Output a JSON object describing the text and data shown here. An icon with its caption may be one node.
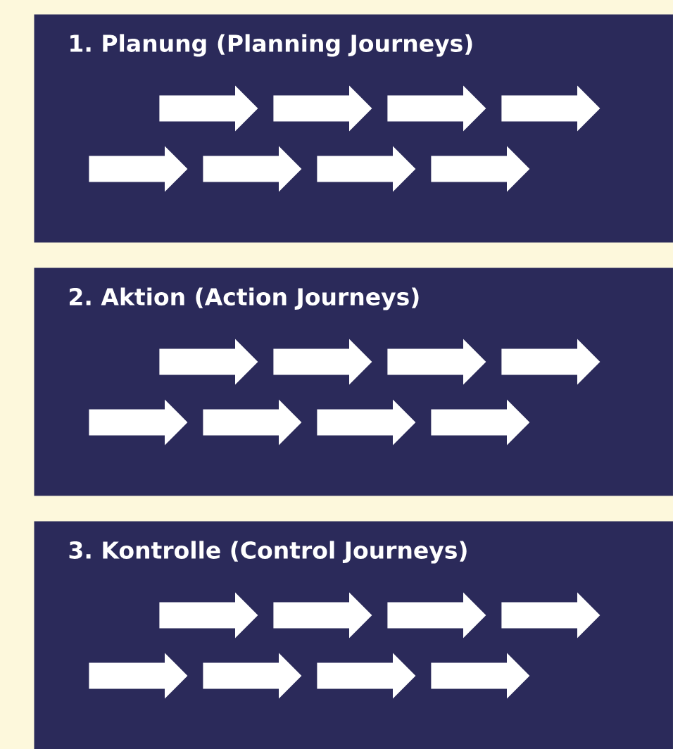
{
  "diagram": {
    "nodes": [
      {
        "text": [
          "1. Planung (Planning Journeys)"
        ]
      },
      {
        "text": [],
        "shape": "arrow",
        "in": 0
      },
      {
        "text": [],
        "shape": "arrow",
        "in": 0
      },
      {
        "text": [],
        "shape": "arrow",
        "in": 0
      },
      {
        "text": [],
        "shape": "arrow",
        "in": 0
      },
      {
        "text": [],
        "shape": "arrow",
        "in": 0
      },
      {
        "text": [],
        "shape": "arrow",
        "in": 0
      },
      {
        "text": [],
        "shape": "arrow",
        "in": 0
      },
      {
        "text": [],
        "shape": "arrow",
        "in": 0
      },
      {
        "text": [
          "2. Aktion (Action Journeys)"
        ]
      },
      {
        "text": [],
        "shape": "arrow",
        "in": 9
      },
      {
        "text": [],
        "shape": "arrow",
        "in": 9
      },
      {
        "text": [],
        "shape": "arrow",
        "in": 9
      },
      {
        "text": [],
        "shape": "arrow",
        "in": 9
      },
      {
        "text": [],
        "shape": "arrow",
        "in": 9
      },
      {
        "text": [],
        "shape": "arrow",
        "in": 9
      },
      {
        "text": [],
        "shape": "arrow",
        "in": 9
      },
      {
        "text": [],
        "shape": "arrow",
        "in": 9
      },
      {
        "text": [
          "3. Kontrolle (Control Journeys)"
        ]
      },
      {
        "text": [],
        "shape": "arrow",
        "in": 18
      },
      {
        "text": [],
        "shape": "arrow",
        "in": 18
      },
      {
        "text": [],
        "shape": "arrow",
        "in": 18
      },
      {
        "text": [],
        "shape": "arrow",
        "in": 18
      },
      {
        "text": [],
        "shape": "arrow",
        "in": 18
      },
      {
        "text": [],
        "shape": "arrow",
        "in": 18
      },
      {
        "text": [],
        "shape": "arrow",
        "in": 18
      },
      {
        "text": [],
        "shape": "arrow",
        "in": 18
      }
    ]
  }
}
